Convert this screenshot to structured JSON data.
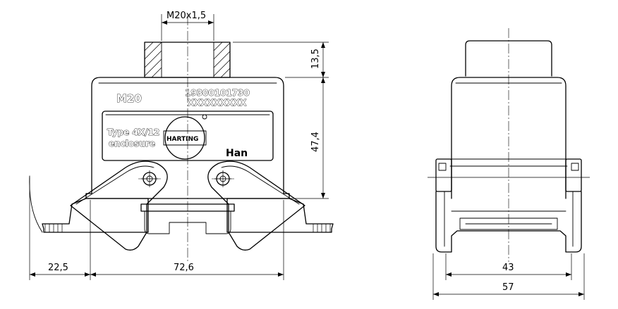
{
  "drawing": {
    "dimensions": {
      "thread": "M20x1,5",
      "nut_height": "13,5",
      "housing_height": "47,4",
      "left_offset": "22,5",
      "width_front": "72,6",
      "width_inner_side": "43",
      "width_side": "57"
    },
    "markings": {
      "size_label": "M20",
      "part_number": "19300101730",
      "part_suffix": "XXXXXXXXX",
      "type_line1": "Type 4X/12",
      "type_line2": "enclosure",
      "brand": "HARTING",
      "product": "Han",
      "registered": "®"
    }
  }
}
